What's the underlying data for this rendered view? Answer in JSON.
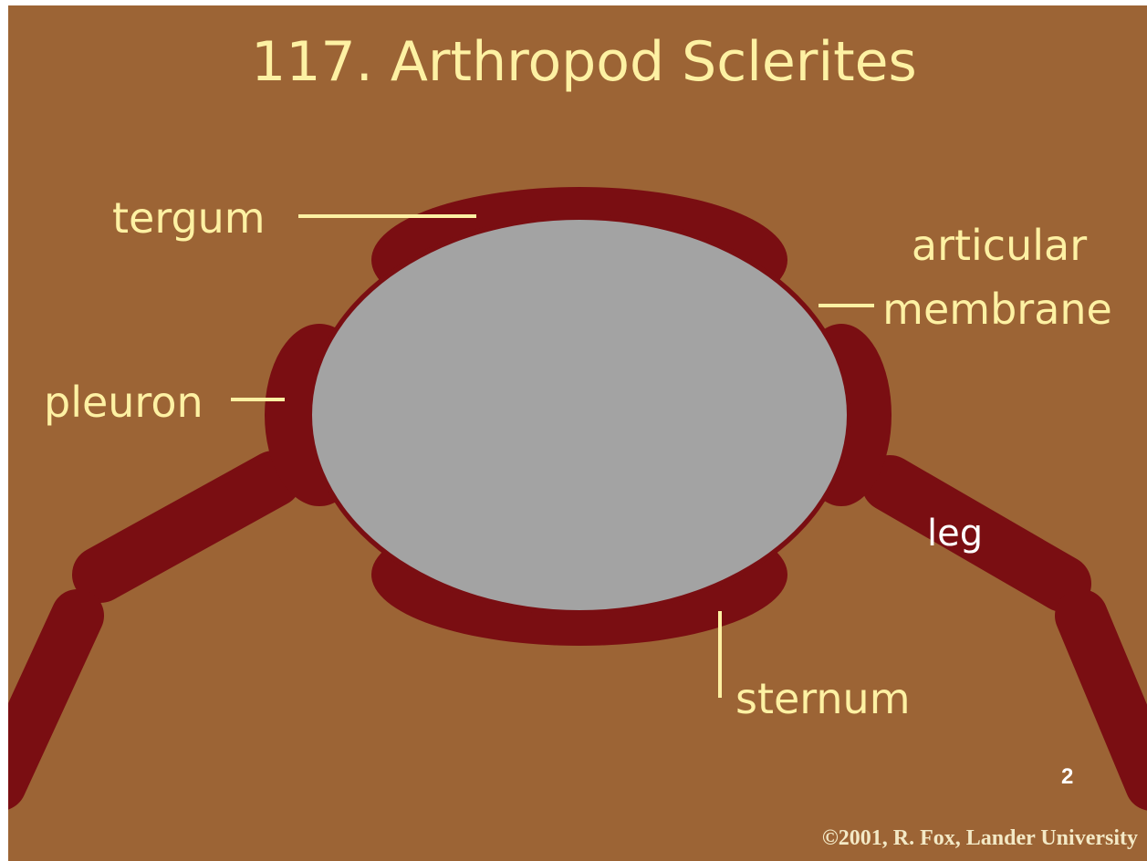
{
  "title": "117. Arthropod Sclerites",
  "labels": {
    "tergum": "tergum",
    "articular_line1": "articular",
    "articular_line2": "membrane",
    "pleuron": "pleuron",
    "leg": "leg",
    "sternum": "sternum"
  },
  "page_number": "2",
  "copyright": "©2001, R. Fox, Lander University",
  "colors": {
    "background": "#9c6435",
    "sclerite": "#7a0e12",
    "body_cavity": "#a3a3a3",
    "label_text": "#fdf1a3"
  }
}
